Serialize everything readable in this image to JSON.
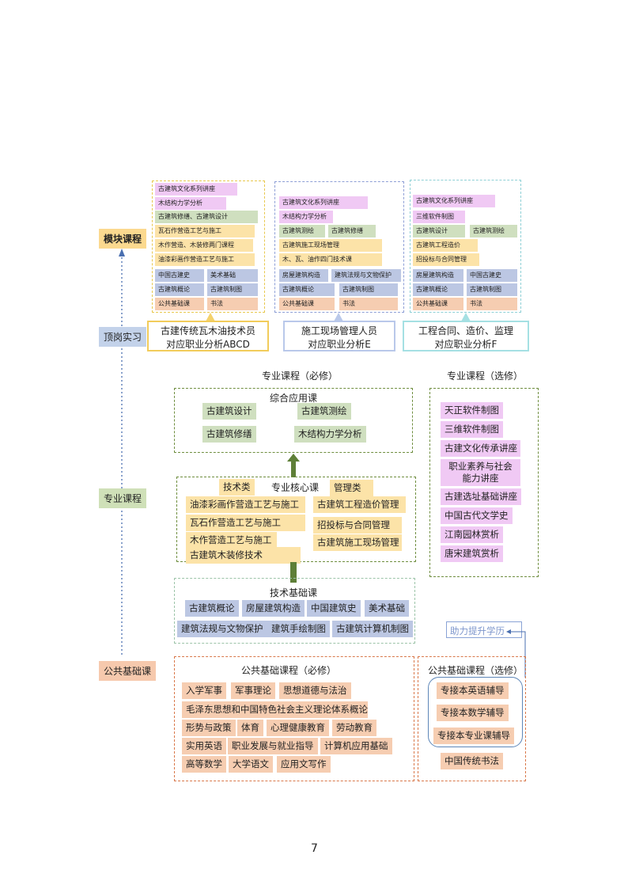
{
  "side_labels": {
    "module": "模块课程",
    "internship": "顶岗实习",
    "professional": "专业课程",
    "public": "公共基础课"
  },
  "module_a": {
    "rows": [
      [
        "古建筑文化系列讲座"
      ],
      [
        "木结构力学分析"
      ],
      [
        "古建筑修缮、古建筑设计"
      ],
      [
        "瓦石作营造工艺与施工"
      ],
      [
        "木作营造、木装修两门课程"
      ],
      [
        "油漆彩画作营造工艺与施工"
      ],
      [
        "中国古建史",
        "美术基础"
      ],
      [
        "古建筑概论",
        "古建筑制图"
      ],
      [
        "公共基础课",
        "书法"
      ]
    ],
    "job": [
      "古建传统瓦木油技术员",
      "对应职业分析ABCD"
    ]
  },
  "module_e": {
    "rows": [
      [
        "古建筑文化系列讲座"
      ],
      [
        "木结构力学分析"
      ],
      [
        "古建筑测绘",
        "古建筑修缮"
      ],
      [
        "古建筑施工现场管理"
      ],
      [
        "木、瓦、油作四门技术课"
      ],
      [
        "房屋建筑构造",
        "建筑法规与文物保护"
      ],
      [
        "古建筑概论",
        "古建筑制图"
      ],
      [
        "公共基础课",
        "书法"
      ]
    ],
    "job": [
      "施工现场管理人员",
      "对应职业分析E"
    ]
  },
  "module_f": {
    "rows": [
      [
        "古建筑文化系列讲座"
      ],
      [
        "三维软件制图"
      ],
      [
        "古建筑设计",
        "古建筑测绘"
      ],
      [
        "古建筑工程造价"
      ],
      [
        "招投标与合同管理"
      ],
      [
        "房屋建筑构造",
        "中国古建史"
      ],
      [
        "古建筑概论",
        "古建筑制图"
      ],
      [
        "公共基础课",
        "书法"
      ]
    ],
    "job": [
      "工程合同、造价、监理",
      "对应职业分析F"
    ]
  },
  "professional": {
    "required_title": "专业课程（必修）",
    "elective_title": "专业课程（选修）",
    "integrated": {
      "title": "综合应用课",
      "items": [
        "古建筑设计",
        "古建筑测绘",
        "古建筑修缮",
        "木结构力学分析"
      ]
    },
    "core": {
      "title": "专业核心课",
      "tech_label": "技术类",
      "mgmt_label": "管理类",
      "tech_items": [
        "油漆彩画作营造工艺与施工",
        "瓦石作营造工艺与施工",
        "木作营造工艺与施工",
        "古建筑木装修技术"
      ],
      "mgmt_items": [
        "古建筑工程造价管理",
        "招投标与合同管理",
        "古建筑施工现场管理"
      ]
    },
    "basic": {
      "title": "技术基础课",
      "row1": [
        "古建筑概论",
        "房屋建筑构造",
        "中国建筑史",
        "美术基础"
      ],
      "row2": [
        "建筑法规与文物保护",
        "建筑手绘制图",
        "古建筑计算机制图"
      ]
    },
    "electives": [
      "天正软件制图",
      "三维软件制图",
      "古建文化传承讲座",
      "职业素养与社会能力讲座",
      "古建选址基础讲座",
      "中国古代文学史",
      "江南园林赏析",
      "唐宋建筑赏析"
    ]
  },
  "public": {
    "required_title": "公共基础课程（必修）",
    "elective_title": "公共基础课程（选修）",
    "rows": [
      [
        "入学军事",
        "军事理论",
        "思想道德与法治"
      ],
      [
        "毛泽东思想和中国特色社会主义理论体系概论"
      ],
      [
        "形势与政策",
        "体育",
        "心理健康教育",
        "劳动教育"
      ],
      [
        "实用英语",
        "职业发展与就业指导",
        "计算机应用基础"
      ],
      [
        "高等数学",
        "大学语文",
        "应用文写作"
      ]
    ],
    "electives": [
      "专接本英语辅导",
      "专接本数学辅导",
      "专接本专业课辅导",
      "中国传统书法"
    ],
    "boost": "助力提升学历"
  },
  "page_number": "7",
  "colors": {
    "pink": "#f0c9f4",
    "green": "#cfdfbf",
    "yellow": "#fce3a8",
    "blue": "#bcc7e3",
    "peach": "#f6cdb1",
    "arrow_green": "#5e7f37"
  }
}
